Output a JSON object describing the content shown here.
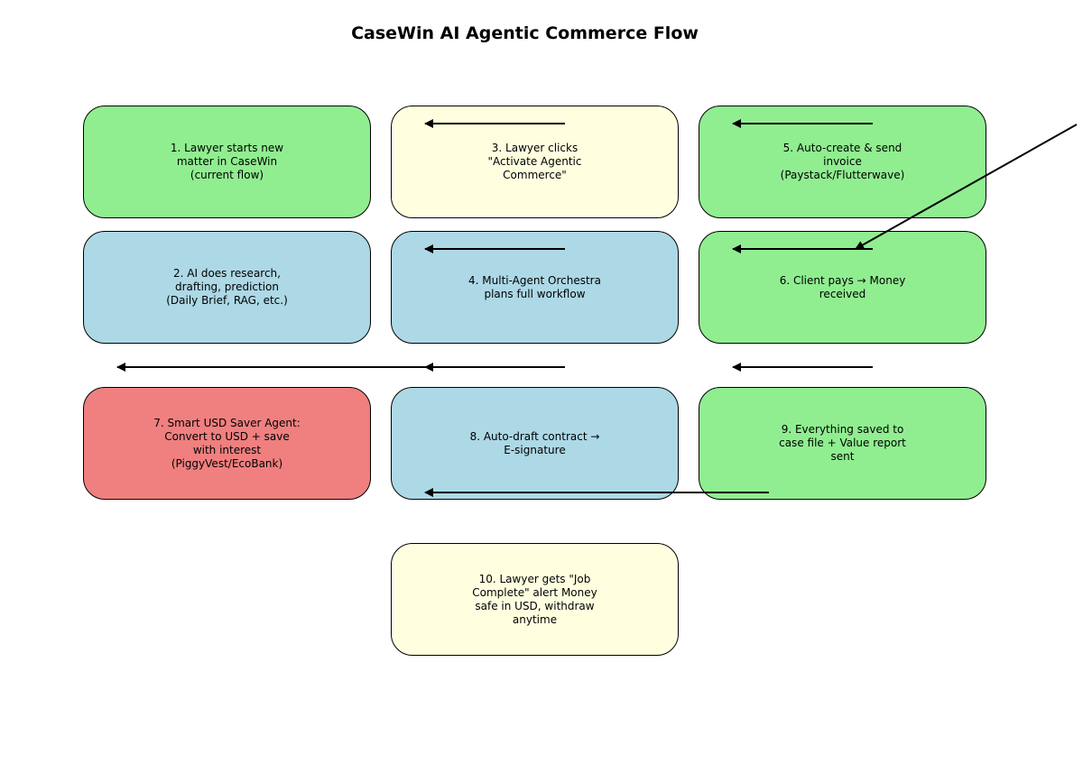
{
  "title": "CaseWin AI Agentic Commerce Flow",
  "colors": {
    "green": "#90ee90",
    "blue": "#add8e6",
    "yellow": "#ffffe0",
    "red": "#f08080",
    "stroke": "#000000"
  },
  "nodes": [
    {
      "id": "n1",
      "label": "1. Lawyer starts new\nmatter in CaseWin\n(current flow)",
      "color": "green"
    },
    {
      "id": "n2",
      "label": "2. AI does research,\ndrafting, prediction\n(Daily Brief, RAG, etc.)",
      "color": "blue"
    },
    {
      "id": "n3",
      "label": "3. Lawyer clicks\n\"Activate Agentic\nCommerce\"",
      "color": "yellow"
    },
    {
      "id": "n4",
      "label": "4. Multi-Agent Orchestra\nplans full workflow",
      "color": "blue"
    },
    {
      "id": "n5",
      "label": "5. Auto-create & send\ninvoice\n(Paystack/Flutterwave)",
      "color": "green"
    },
    {
      "id": "n6",
      "label": "6. Client pays → Money\nreceived",
      "color": "green"
    },
    {
      "id": "n7",
      "label": "7. Smart USD Saver Agent:\nConvert to USD + save\nwith interest\n(PiggyVest/EcoBank)",
      "color": "red"
    },
    {
      "id": "n8",
      "label": "8. Auto-draft contract →\nE-signature",
      "color": "blue"
    },
    {
      "id": "n9",
      "label": "9. Everything saved to\ncase file + Value report\nsent",
      "color": "green"
    },
    {
      "id": "n10",
      "label": "10. Lawyer gets \"Job\nComplete\" alert Money\nsafe in USD, withdraw\nanytime",
      "color": "yellow"
    }
  ]
}
